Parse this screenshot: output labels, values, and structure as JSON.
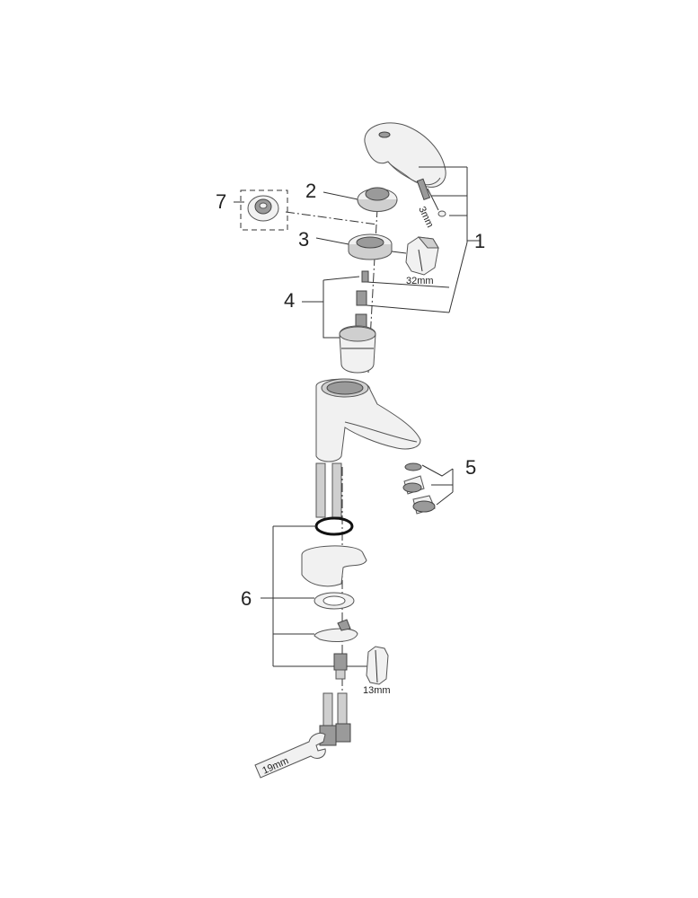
{
  "callouts": {
    "c1": "1",
    "c2": "2",
    "c3": "3",
    "c4": "4",
    "c5": "5",
    "c6": "6",
    "c7": "7"
  },
  "dimensions": {
    "hex_key_3": "3mm",
    "socket_32": "32mm",
    "socket_13": "13mm",
    "wrench_19": "19mm"
  }
}
